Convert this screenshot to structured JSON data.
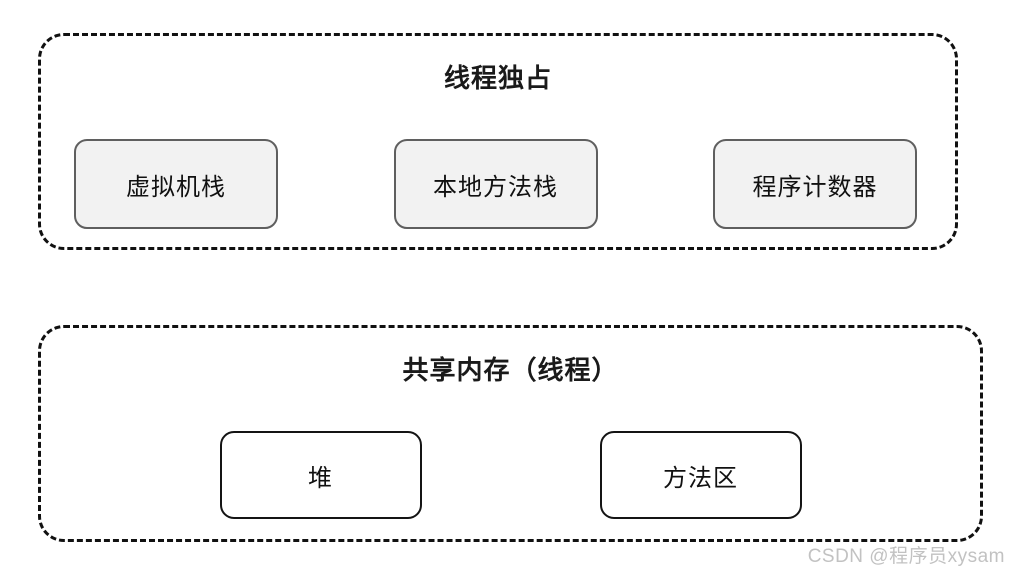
{
  "diagram": {
    "thread_exclusive": {
      "title": "线程独占",
      "boxes": [
        {
          "label": "虚拟机栈"
        },
        {
          "label": "本地方法栈"
        },
        {
          "label": "程序计数器"
        }
      ]
    },
    "shared_memory": {
      "title": "共享内存（线程）",
      "boxes": [
        {
          "label": "堆"
        },
        {
          "label": "方法区"
        }
      ]
    },
    "watermark": "CSDN @程序员xysam"
  },
  "colors": {
    "container_border": "#111111",
    "top_box_fill": "#f2f2f2",
    "top_box_border": "#5f5f5f",
    "bottom_box_fill": "#ffffff",
    "bottom_box_border": "#141414",
    "text": "#1a1a1a",
    "watermark": "#c2c2c2"
  }
}
